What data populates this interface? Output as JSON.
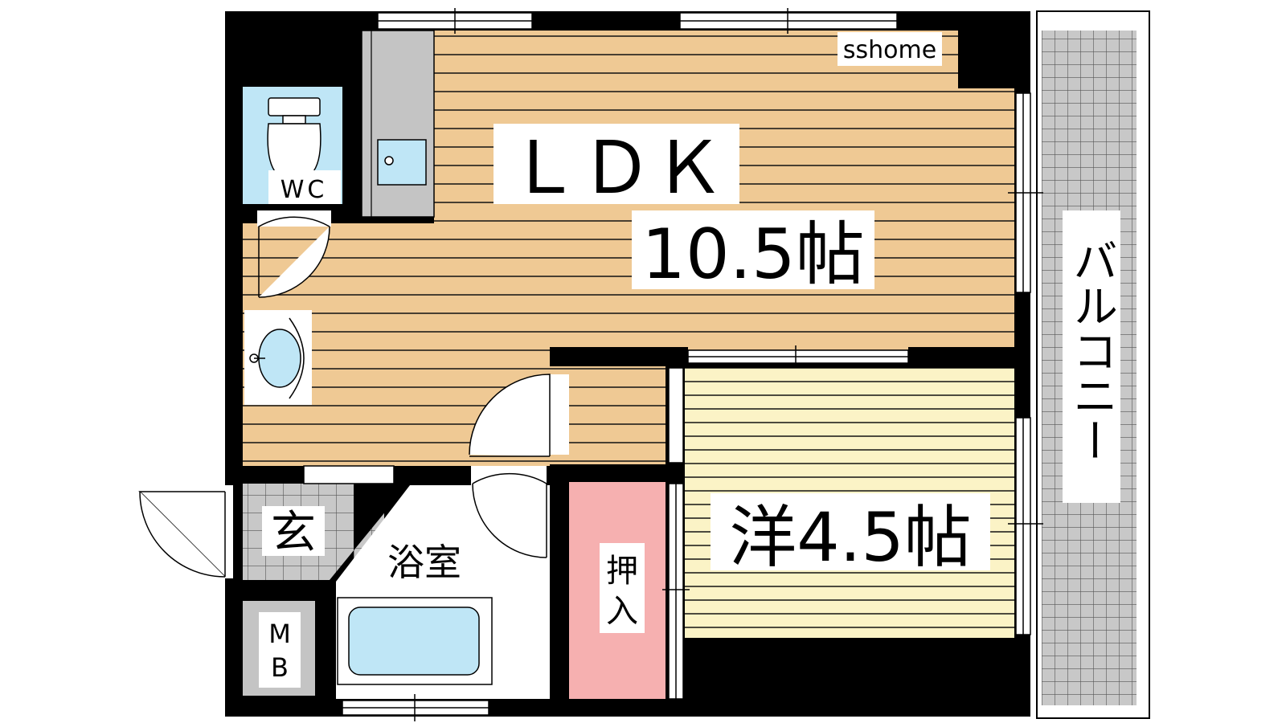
{
  "floor_plan": {
    "watermark": "sshome",
    "rooms": {
      "ldk": {
        "name": "ＬＤＫ",
        "size": "10.5帖"
      },
      "western": {
        "name_size": "洋4.5帖"
      },
      "wc": {
        "name": "WC"
      },
      "bath": {
        "name": "浴室"
      },
      "entrance": {
        "name": "玄"
      },
      "meter_box": {
        "line1": "M",
        "line2": "B"
      },
      "closet": {
        "line1": "押",
        "line2": "入"
      },
      "balcony": {
        "name": "バルコニー"
      }
    },
    "colors": {
      "wall": "#000000",
      "ldk_floor": "#efc994",
      "western_floor": "#fbf3c6",
      "wc_floor": "#bfe6f6",
      "closet_floor": "#f6b0b0",
      "balcony_tile": "#c8c8c8",
      "kitchen_counter": "#c4c4c4",
      "floor_lines": "#111111"
    }
  }
}
